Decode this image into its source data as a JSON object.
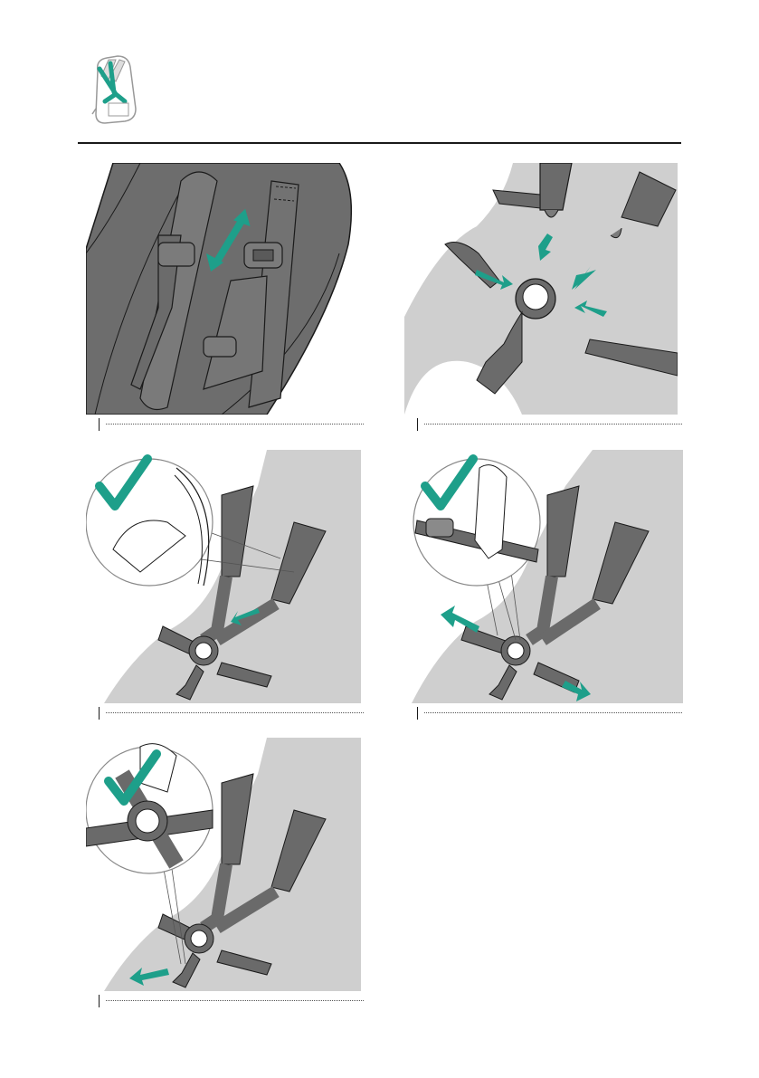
{
  "page": {
    "header_icon": "seat-harness-icon",
    "accent_color": "#1e9f8a",
    "seat_color": "#cfcfcf",
    "strap_color": "#6a6a6a",
    "line_color": "#1a1a1a"
  },
  "steps": [
    {
      "name": "shoulder-strap-height",
      "icons": [
        "double-arrow-icon"
      ]
    },
    {
      "name": "buckle-assembly",
      "icons": [
        "arrow-icon"
      ]
    },
    {
      "name": "strap-fit-check",
      "icons": [
        "checkmark-icon",
        "arrow-icon"
      ]
    },
    {
      "name": "strap-tighten",
      "icons": [
        "checkmark-icon",
        "arrow-icon"
      ]
    },
    {
      "name": "crotch-buckle-release",
      "icons": [
        "checkmark-icon",
        "arrow-icon"
      ]
    }
  ]
}
